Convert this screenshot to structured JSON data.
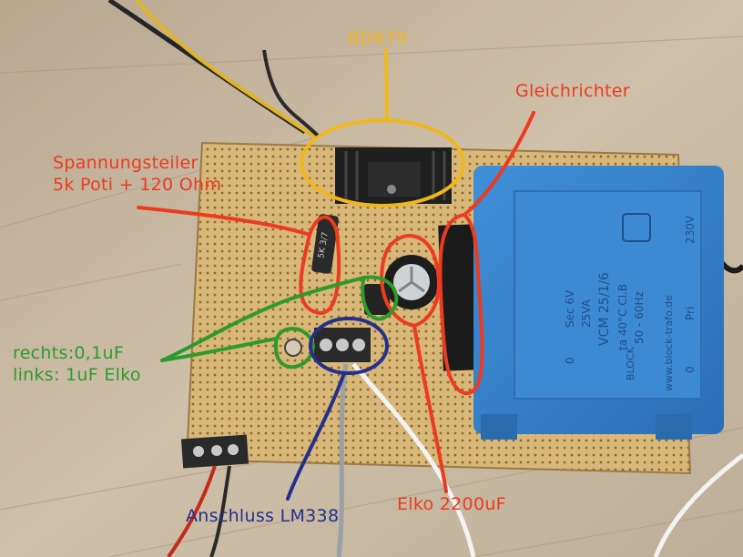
{
  "annotations": {
    "bd679": {
      "text": "BD679",
      "color": "#f0b71d"
    },
    "gleichrichter": {
      "text": "Gleichrichter",
      "color": "#ec3b1f"
    },
    "spannungsteiler": {
      "text": "Spannungsteiler\n5k Poti + 120 Ohm",
      "color": "#ec3b1f"
    },
    "kondensatoren": {
      "text": "rechts:0,1uF\nlinks: 1uF Elko",
      "color": "#2e9a2b"
    },
    "anschluss": {
      "text": "Anschluss LM338",
      "color": "#24308c"
    },
    "elko": {
      "text": "Elko 2200uF",
      "color": "#ec3b1f"
    }
  },
  "printed_text": {
    "transformer": [
      "Sec 6V",
      "25VA",
      "VCM 25/1/6",
      "ta 40°C Cl.B",
      "50 - 60Hz",
      "230V",
      "Pri",
      "www.block-trafo.de",
      "BLOCK",
      "0",
      "0"
    ],
    "potentiometer": "5K 3/7"
  }
}
